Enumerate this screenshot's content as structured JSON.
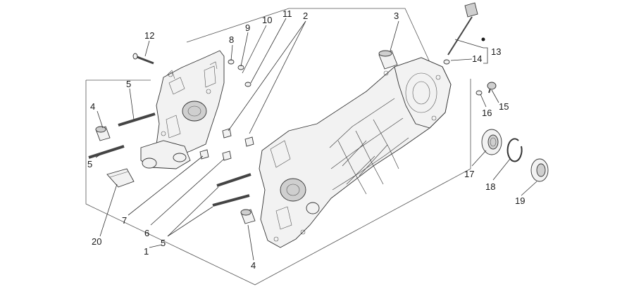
{
  "labels": [
    {
      "id": "12",
      "text": "12"
    },
    {
      "id": "8",
      "text": "8"
    },
    {
      "id": "9",
      "text": "9"
    },
    {
      "id": "10",
      "text": "10"
    },
    {
      "id": "11",
      "text": "11"
    },
    {
      "id": "2",
      "text": "2"
    },
    {
      "id": "3",
      "text": "3"
    },
    {
      "id": "13",
      "text": "13"
    },
    {
      "id": "14",
      "text": "14"
    },
    {
      "id": "16",
      "text": "16"
    },
    {
      "id": "15",
      "text": "15"
    },
    {
      "id": "5a",
      "text": "5"
    },
    {
      "id": "4a",
      "text": "4"
    },
    {
      "id": "5b",
      "text": "5"
    },
    {
      "id": "20",
      "text": "20"
    },
    {
      "id": "7",
      "text": "7"
    },
    {
      "id": "6",
      "text": "6"
    },
    {
      "id": "5c",
      "text": "5"
    },
    {
      "id": "1",
      "text": "1"
    },
    {
      "id": "4b",
      "text": "4"
    },
    {
      "id": "17",
      "text": "17"
    },
    {
      "id": "18",
      "text": "18"
    },
    {
      "id": "19",
      "text": "19"
    }
  ]
}
